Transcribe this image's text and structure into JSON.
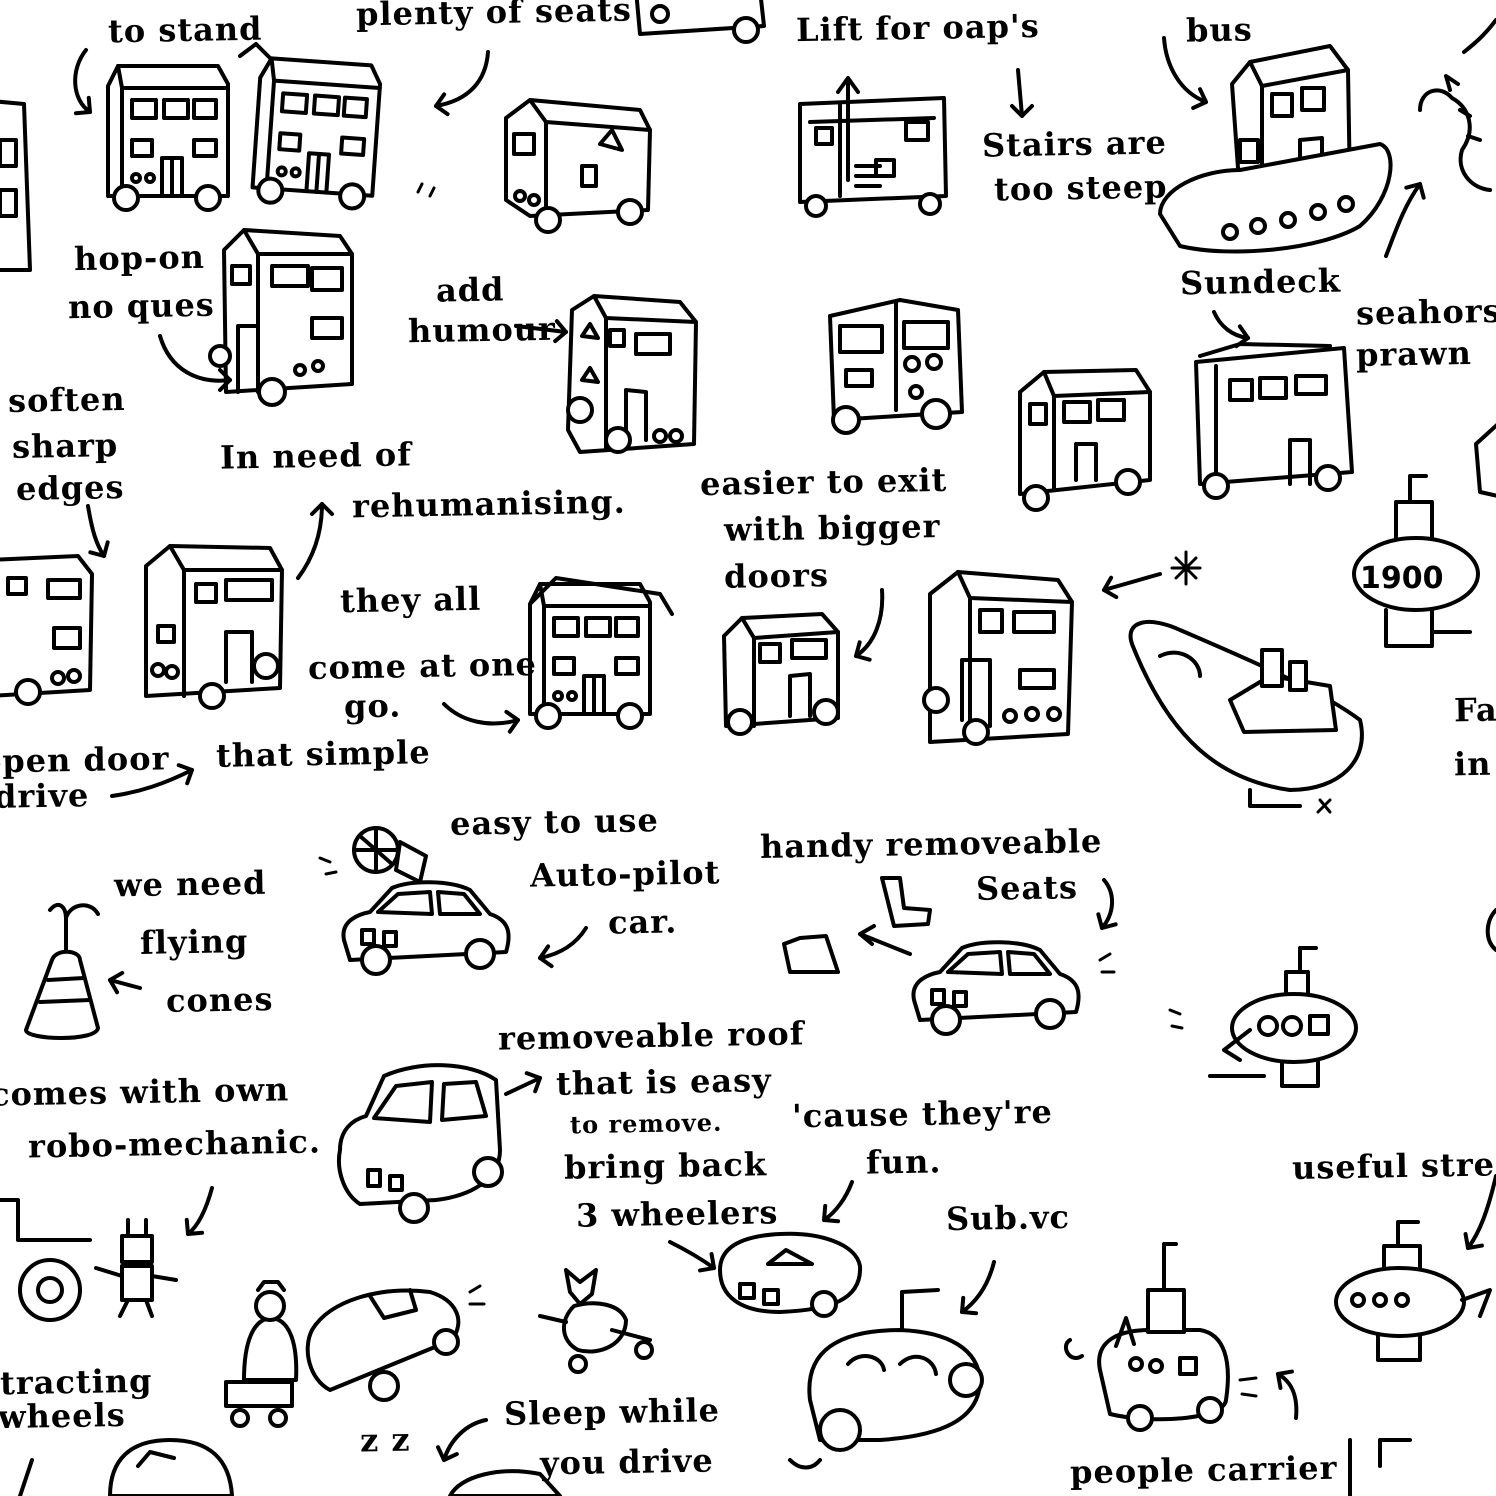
{
  "labels": {
    "to_stand": "to stand",
    "plenty_of_seats": "plenty of seats",
    "lift_for_oaps": "Lift for oap's",
    "bus": "bus",
    "stairs_1": "Stairs are",
    "stairs_2": "too steep",
    "hop_on_1": "hop-on",
    "hop_on_2": "no ques",
    "add_1": "add",
    "add_2": "humour",
    "sundeck": "Sundeck",
    "seahorse_1": "seahorse",
    "seahorse_2": "prawn",
    "soften_1": "soften",
    "soften_2": "sharp",
    "soften_3": "edges",
    "need_1": "In need of",
    "need_2": "rehumanising.",
    "exit_1": "easier to exit",
    "exit_2": "with bigger",
    "exit_3": "doors",
    "come_1": "they all",
    "come_2": "come at one",
    "come_3": "go.",
    "open_1": "open door",
    "open_2": "drive",
    "simple": "that simple",
    "fa_1": "Fa",
    "fa_2": "in",
    "easy_1": "easy to use",
    "easy_2": "Auto-pilot",
    "easy_3": "car.",
    "handy": "handy removeable",
    "seats": "Seats",
    "we_need": "we need",
    "flying": "flying",
    "cones": "cones",
    "roof_1": "removeable roof",
    "roof_2": "that is easy",
    "roof_3": "to remove.",
    "cause_1": "'cause they're",
    "cause_2": "fun.",
    "comes": "comes with own",
    "robo": "robo-mechanic.",
    "bring_1": "bring back",
    "bring_2": "3 wheelers",
    "sub": "Sub.vc",
    "useful": "useful strea",
    "tracting_1": "tracting",
    "tracting_2": "wheels",
    "sleep_1": "Sleep while",
    "sleep_2": "you drive",
    "zz": "z z",
    "people": "people carrier",
    "sub_number": "1900"
  }
}
